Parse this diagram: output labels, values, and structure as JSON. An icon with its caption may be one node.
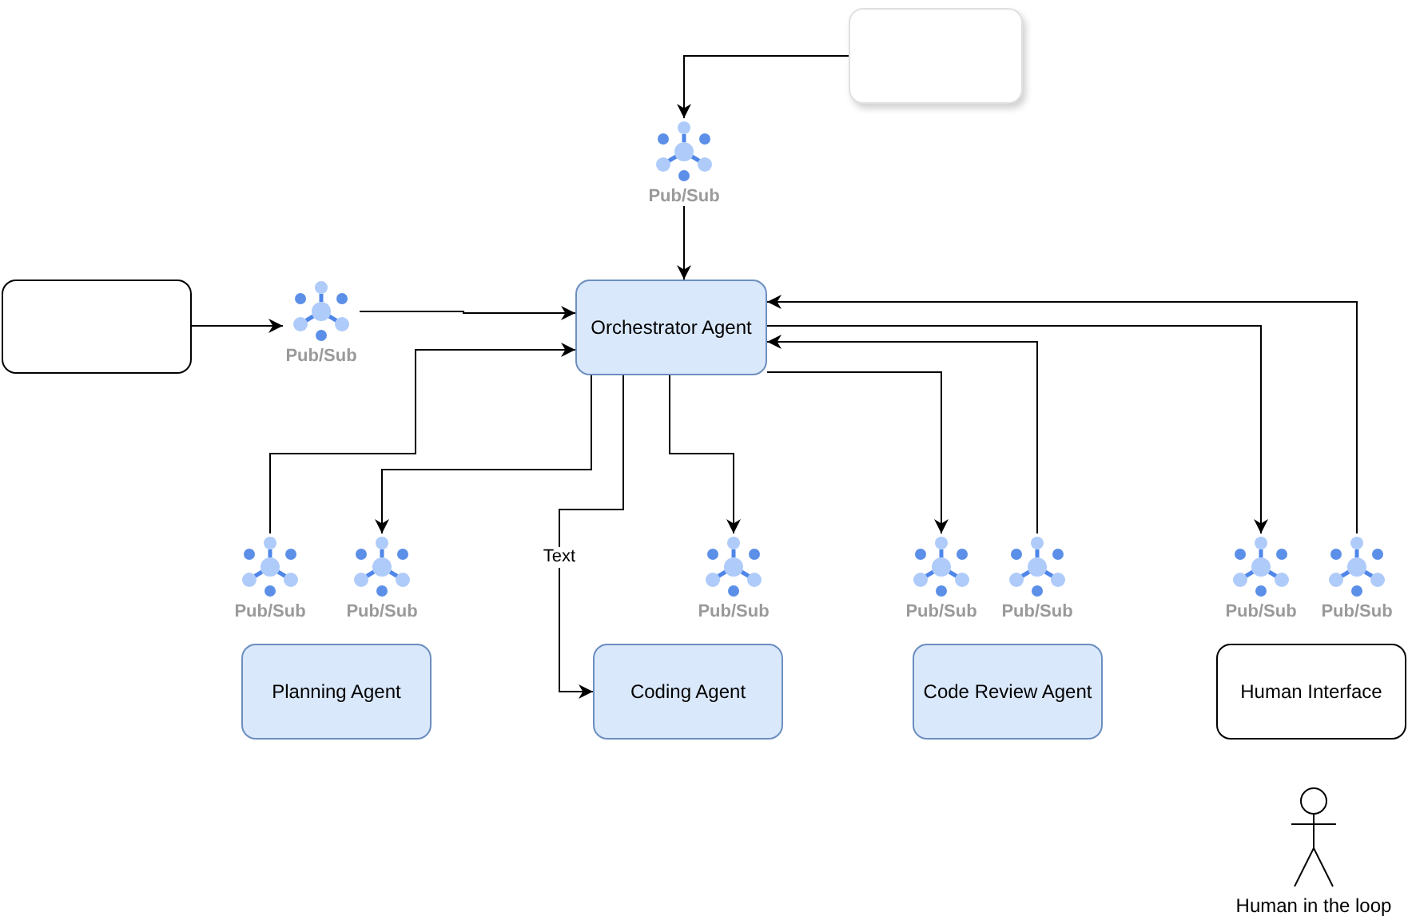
{
  "diagram": {
    "nodes": [
      {
        "text": [],
        "shape": "box"
      },
      {
        "text": [
          "Pub/Sub"
        ]
      },
      {
        "text": [],
        "shape": "box"
      },
      {
        "text": [
          "Pub/Sub"
        ]
      },
      {
        "text": [
          "Orchestrator Agent"
        ]
      },
      {
        "text": [
          "Pub/Sub"
        ]
      },
      {
        "text": [
          "Pub/Sub"
        ]
      },
      {
        "text": [
          "Pub/Sub"
        ]
      },
      {
        "text": [
          "Pub/Sub"
        ]
      },
      {
        "text": [
          "Pub/Sub"
        ]
      },
      {
        "text": [
          "Pub/Sub"
        ]
      },
      {
        "text": [
          "Pub/Sub"
        ]
      },
      {
        "text": [
          "Planning Agent"
        ]
      },
      {
        "text": [
          "Coding Agent"
        ]
      },
      {
        "text": [
          "Code Review Agent"
        ]
      },
      {
        "text": [
          "Human Interface"
        ]
      },
      {
        "text": [
          "Human in the loop"
        ]
      }
    ],
    "edges": [
      {
        "from": 0,
        "to": 1,
        "arrow": "to"
      },
      {
        "from": 1,
        "to": 4,
        "arrow": "to"
      },
      {
        "from": 2,
        "to": 3,
        "arrow": "to"
      },
      {
        "from": 3,
        "to": 4,
        "arrow": "to"
      },
      {
        "from": 5,
        "to": 4,
        "arrow": "to"
      },
      {
        "from": 4,
        "to": 6,
        "arrow": "to"
      },
      {
        "from": 4,
        "to": 13,
        "arrow": "to",
        "label": "Text"
      },
      {
        "from": 4,
        "to": 7,
        "arrow": "to"
      },
      {
        "from": 4,
        "to": 8,
        "arrow": "to"
      },
      {
        "from": 9,
        "to": 4,
        "arrow": "to"
      },
      {
        "from": 4,
        "to": 10,
        "arrow": "to"
      },
      {
        "from": 11,
        "to": 4,
        "arrow": "to"
      }
    ]
  }
}
